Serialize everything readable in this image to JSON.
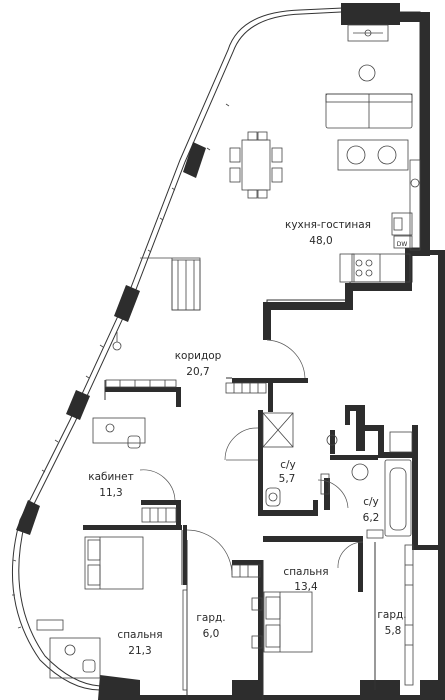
{
  "rooms": [
    {
      "name": "кухня-гостиная",
      "area": "48,0"
    },
    {
      "name": "коридор",
      "area": "20,7"
    },
    {
      "name": "кабинет",
      "area": "11,3"
    },
    {
      "name": "с/у",
      "area": "5,7"
    },
    {
      "name": "с/у",
      "area": "6,2"
    },
    {
      "name": "спальня",
      "area": "13,4"
    },
    {
      "name": "гард.",
      "area": "6,0"
    },
    {
      "name": "гард.",
      "area": "5,8"
    },
    {
      "name": "спальня",
      "area": "21,3"
    }
  ],
  "appliance_labels": {
    "dishwasher": "DW"
  }
}
